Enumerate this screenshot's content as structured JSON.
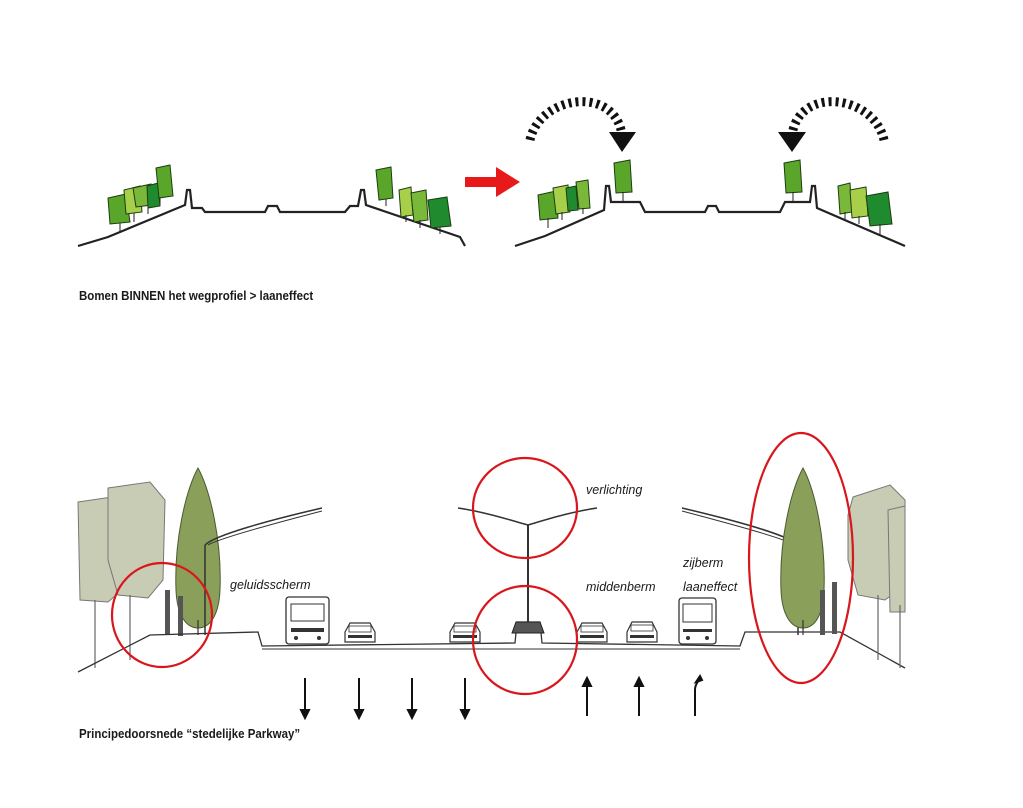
{
  "captions": {
    "top": "Bomen BINNEN het wegprofiel > laaneffect",
    "bottom": "Principedoorsnede “stedelijke Parkway”"
  },
  "labels": {
    "verlichting": "verlichting",
    "geluidsscherm": "geluidsscherm",
    "middenberm": "middenberm",
    "zijberm": "zijberm",
    "laaneffect": "laaneffect"
  },
  "colors": {
    "tree_dark": "#1f8a2e",
    "tree_mid": "#5aa62a",
    "tree_light": "#a8cf4a",
    "arrow_red": "#e8191b",
    "circle_red": "#d9161c",
    "poplar": "#8aa05a",
    "broadleaf": "#c9ccb4"
  },
  "icons": {
    "transition_arrow": "arrow-right-icon",
    "lane_arrows": "lane-direction-arrow-icons"
  },
  "lanes": {
    "down_count": 4,
    "up_count": 3
  }
}
